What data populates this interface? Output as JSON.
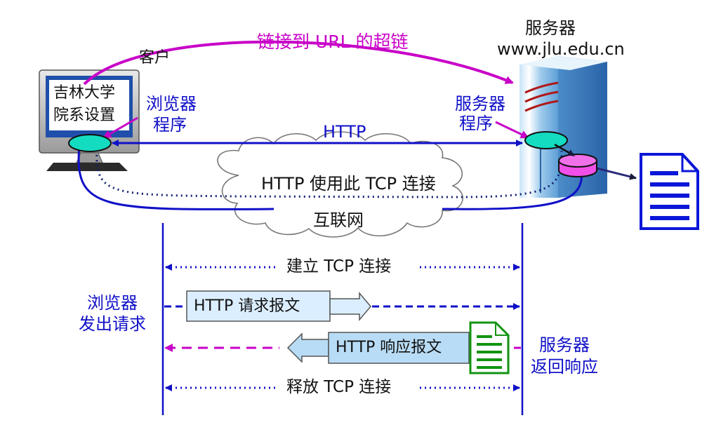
{
  "client": {
    "label": "客户",
    "screen_line1": "吉林大学",
    "screen_line2": "院系设置",
    "browser_line1": "浏览器",
    "browser_line2": "程序"
  },
  "server": {
    "title": "服务器",
    "domain": "www.jlu.edu.cn",
    "program_line1": "服务器",
    "program_line2": "程序"
  },
  "links": {
    "hyperlink": "链接到 URL 的超链",
    "http": "HTTP",
    "tcp_usage": "HTTP 使用此 TCP 连接",
    "internet": "互联网"
  },
  "sequence": {
    "establish_tcp": "建立 TCP 连接",
    "request_msg": "HTTP 请求报文",
    "response_msg": "HTTP 响应报文",
    "release_tcp": "释放 TCP 连接",
    "browser_request_line1": "浏览器",
    "browser_request_line2": "发出请求",
    "server_response_line1": "服务器",
    "server_response_line2": "返回响应"
  },
  "colors": {
    "blue": "#1010c8",
    "magenta": "#c800c8",
    "request_box": "#dbeeff",
    "response_box": "#b8dcf5",
    "doc_blue": "#0a16d8",
    "doc_green": "#129412",
    "cyan_oval": "#14dcc0",
    "pink_disk": "#f050e8"
  },
  "icons": [
    "monitor-icon",
    "server-tower-icon",
    "database-disk-icon",
    "document-icon",
    "cloud-icon"
  ]
}
